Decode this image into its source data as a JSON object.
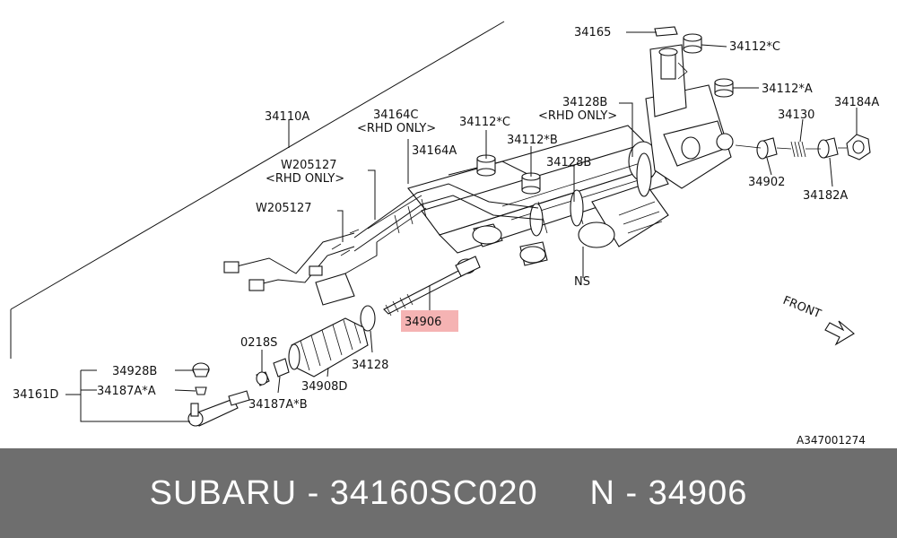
{
  "diagram_id": "A347001274",
  "highlight_color": "#f5b3b3",
  "footer": {
    "brand": "SUBARU",
    "part_number": "34160SC020",
    "ref": "N - 34906",
    "background": "#6e6e6e"
  },
  "labels": {
    "l34110a": "34110A",
    "l34164c": "34164C",
    "rhd1": "<RHD ONLY>",
    "l34164a": "34164A",
    "lw205127a": "W205127",
    "rhd2": "<RHD ONLY>",
    "lw205127b": "W205127",
    "l34112c_1": "34112*C",
    "l34112b": "34112*B",
    "l34128b_1": "34128B",
    "rhd3": "<RHD ONLY>",
    "l34128b_2": "34128B",
    "l34165": "34165",
    "l34112c_2": "34112*C",
    "l34112a": "34112*A",
    "l34130": "34130",
    "l34184a": "34184A",
    "l34902": "34902",
    "l34182a": "34182A",
    "ns": "NS",
    "l34906": "34906",
    "l0218s": "0218S",
    "l34128": "34128",
    "l34908d": "34908D",
    "l34928b": "34928B",
    "l34187a_a": "34187A*A",
    "l34161d": "34161D",
    "l34187a_b": "34187A*B",
    "front": "FRONT"
  }
}
